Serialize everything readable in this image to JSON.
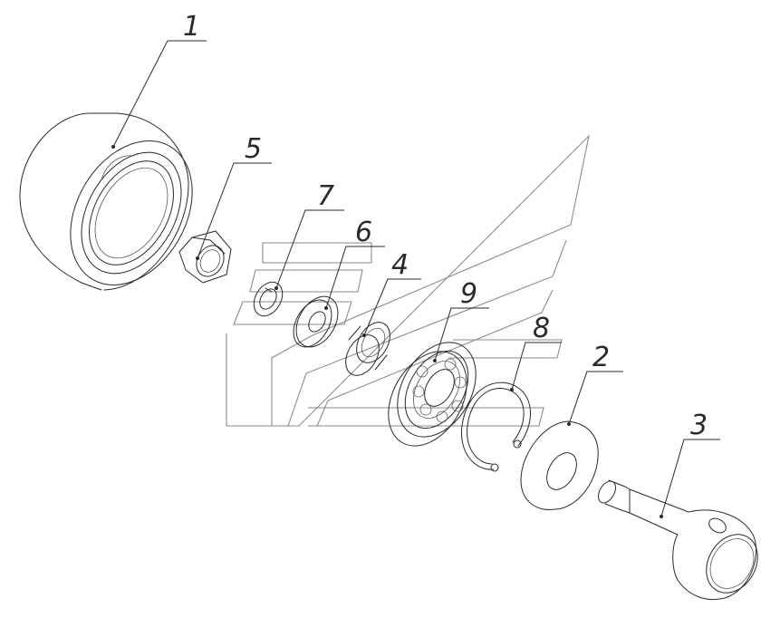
{
  "labels": {
    "p1": "1",
    "p2": "2",
    "p3": "3",
    "p4": "4",
    "p5": "5",
    "p6": "6",
    "p7": "7",
    "p8": "8",
    "p9": "9"
  },
  "colors": {
    "line": "#2a2a2a",
    "watermark": "#8a8a8a",
    "background": "#ffffff"
  }
}
